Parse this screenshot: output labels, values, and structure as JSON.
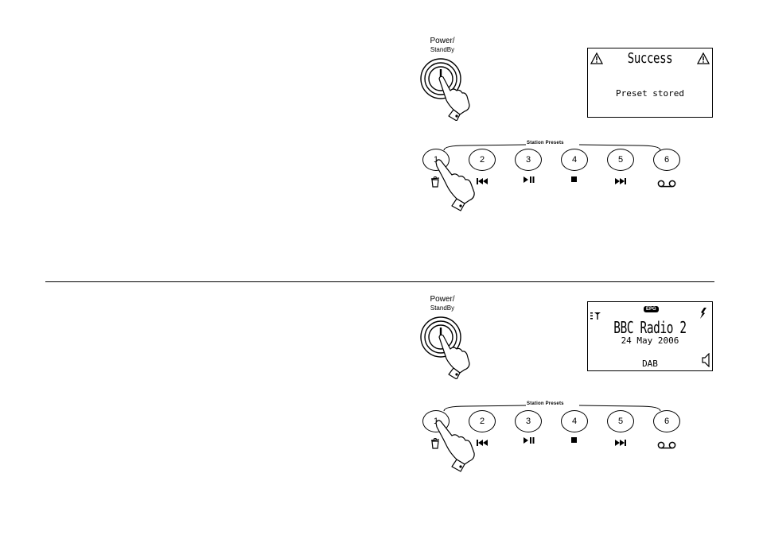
{
  "section1": {
    "power_label_line1": "Power/",
    "power_label_line2": "StandBy",
    "presets_title": "Station Presets",
    "presets": [
      "1",
      "2",
      "3",
      "4",
      "5",
      "6"
    ],
    "preset_icons": [
      "trash-icon",
      "previous-icon",
      "play-pause-icon",
      "stop-icon",
      "next-icon",
      "cassette-icon"
    ],
    "display": {
      "title": "Success",
      "message": "Preset stored",
      "icons": [
        "warning-icon",
        "warning-icon"
      ]
    }
  },
  "section2": {
    "power_label_line1": "Power/",
    "power_label_line2": "StandBy",
    "presets_title": "Station Presets",
    "presets": [
      "1",
      "2",
      "3",
      "4",
      "5",
      "6"
    ],
    "preset_icons": [
      "trash-icon",
      "previous-icon",
      "play-pause-icon",
      "stop-icon",
      "next-icon",
      "cassette-icon"
    ],
    "display": {
      "badge": "EPG",
      "station": "BBC Radio 2",
      "date": "24 May 2006",
      "mode": "DAB",
      "icons": [
        "signal-icon",
        "plug-icon",
        "speaker-icon"
      ]
    }
  }
}
